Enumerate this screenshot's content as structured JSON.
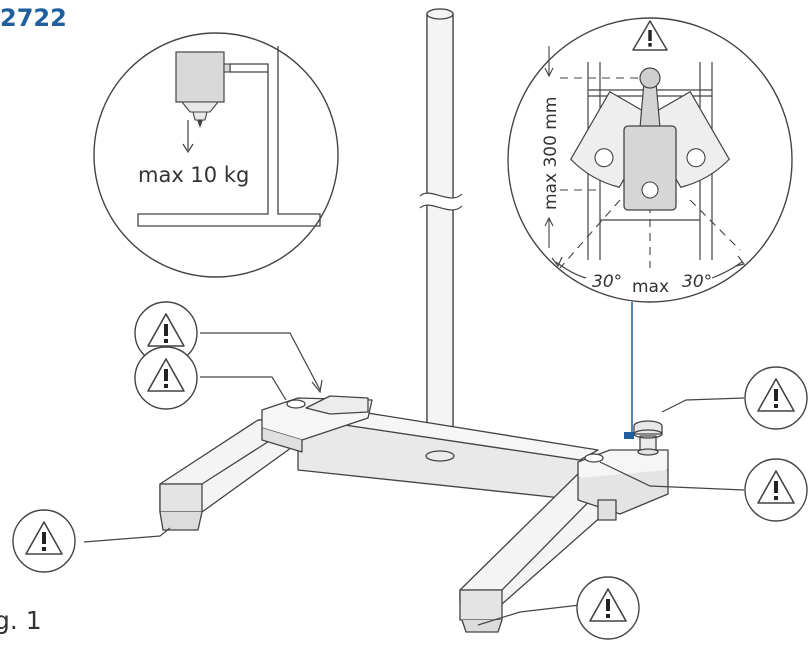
{
  "header": {
    "product_id": "2722"
  },
  "figure": {
    "caption": "g. 1"
  },
  "detail_load": {
    "label": "max 10 kg"
  },
  "detail_swing": {
    "height_label": "max 300 mm",
    "angle_left": "30°",
    "angle_center": "max",
    "angle_right": "30°"
  },
  "colors": {
    "accent": "#1f5f9e",
    "line": "#444444",
    "fill_light": "#f2f2f2",
    "fill_mid": "#dedede",
    "warning_line": "#1f5f9e"
  },
  "icons": [
    "warning-triangle-icon"
  ]
}
